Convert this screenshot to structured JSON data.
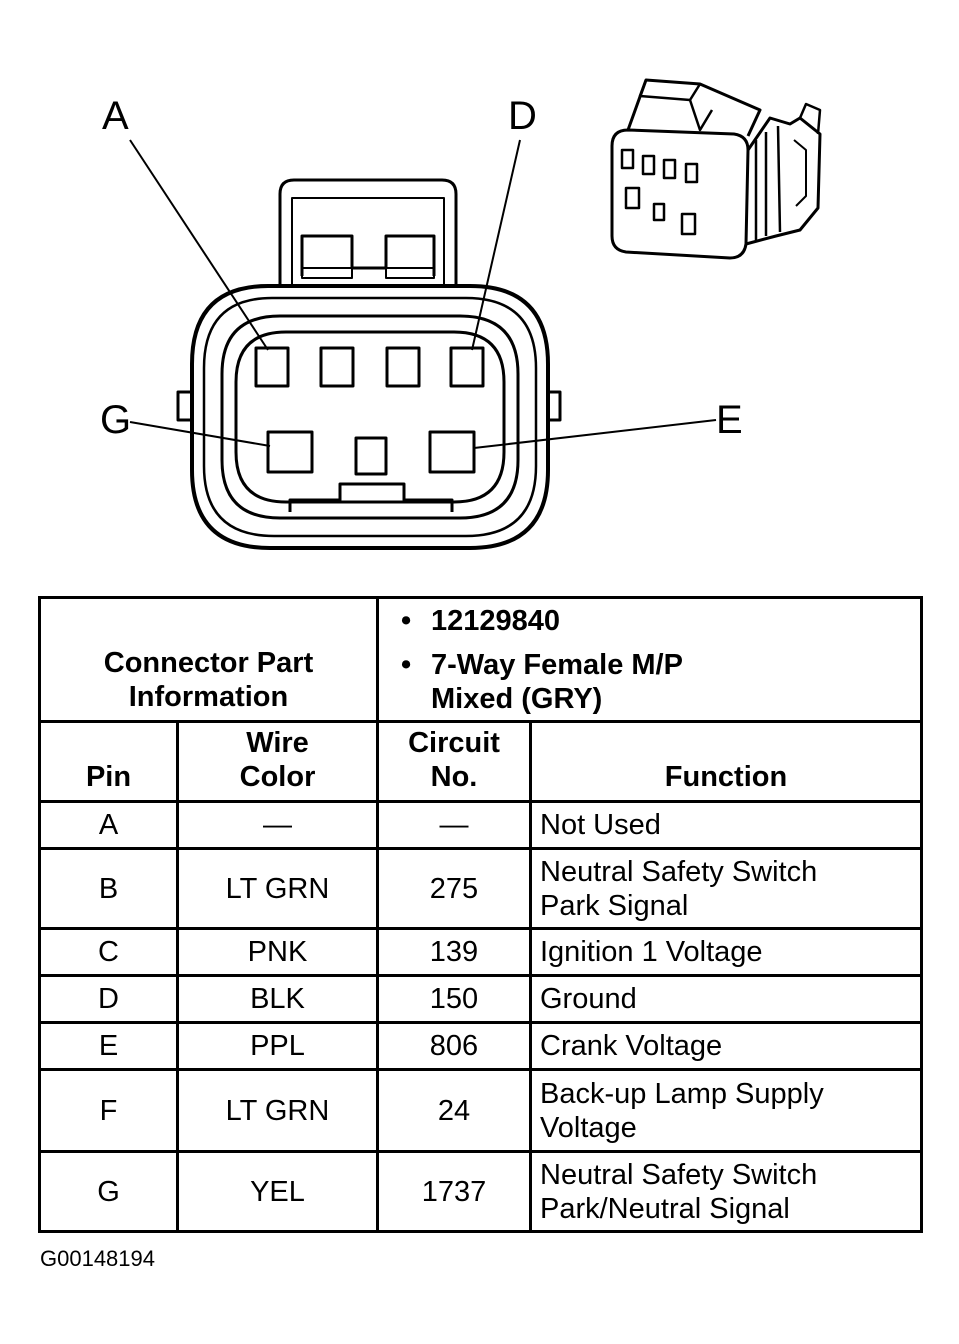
{
  "diagram": {
    "callouts": {
      "a": "A",
      "d": "D",
      "g": "G",
      "e": "E"
    }
  },
  "connector_info": {
    "label": "Connector Part Information",
    "items": [
      "12129840",
      "7-Way Female M/P Mixed (GRY)"
    ]
  },
  "columns": {
    "pin": "Pin",
    "wire_color": "Wire Color",
    "circuit": "Circuit No.",
    "function": "Function"
  },
  "rows": [
    {
      "pin": "A",
      "wire": "—",
      "circuit": "—",
      "function": "Not Used"
    },
    {
      "pin": "B",
      "wire": "LT GRN",
      "circuit": "275",
      "function": "Neutral Safety Switch Park Signal"
    },
    {
      "pin": "C",
      "wire": "PNK",
      "circuit": "139",
      "function": "Ignition 1 Voltage"
    },
    {
      "pin": "D",
      "wire": "BLK",
      "circuit": "150",
      "function": "Ground"
    },
    {
      "pin": "E",
      "wire": "PPL",
      "circuit": "806",
      "function": "Crank Voltage"
    },
    {
      "pin": "F",
      "wire": "LT GRN",
      "circuit": "24",
      "function": "Back-up Lamp Supply Voltage"
    },
    {
      "pin": "G",
      "wire": "YEL",
      "circuit": "1737",
      "function": "Neutral Safety Switch Park/Neutral Signal"
    }
  ],
  "figure_id": "G00148194"
}
